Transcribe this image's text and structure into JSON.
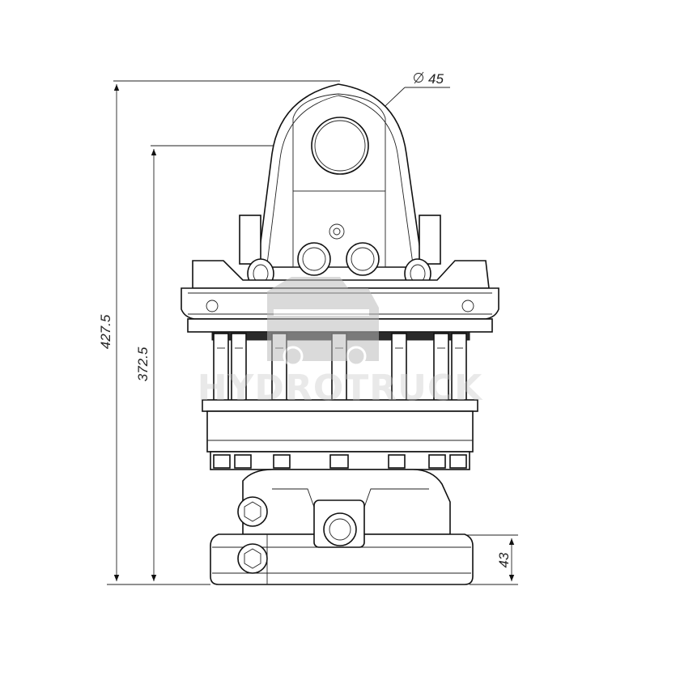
{
  "drawing": {
    "product": "hydraulic rotator",
    "dimensions": {
      "bore_diameter": "45",
      "overall_height": "427.5",
      "pin_height": "372.5",
      "base_height": "43"
    },
    "watermark": {
      "text": "HYDROTRUCK",
      "logo": "truck-logo-icon"
    },
    "colors": {
      "line": "#111111",
      "watermark": "#c8c8c8",
      "background": "#ffffff"
    }
  }
}
